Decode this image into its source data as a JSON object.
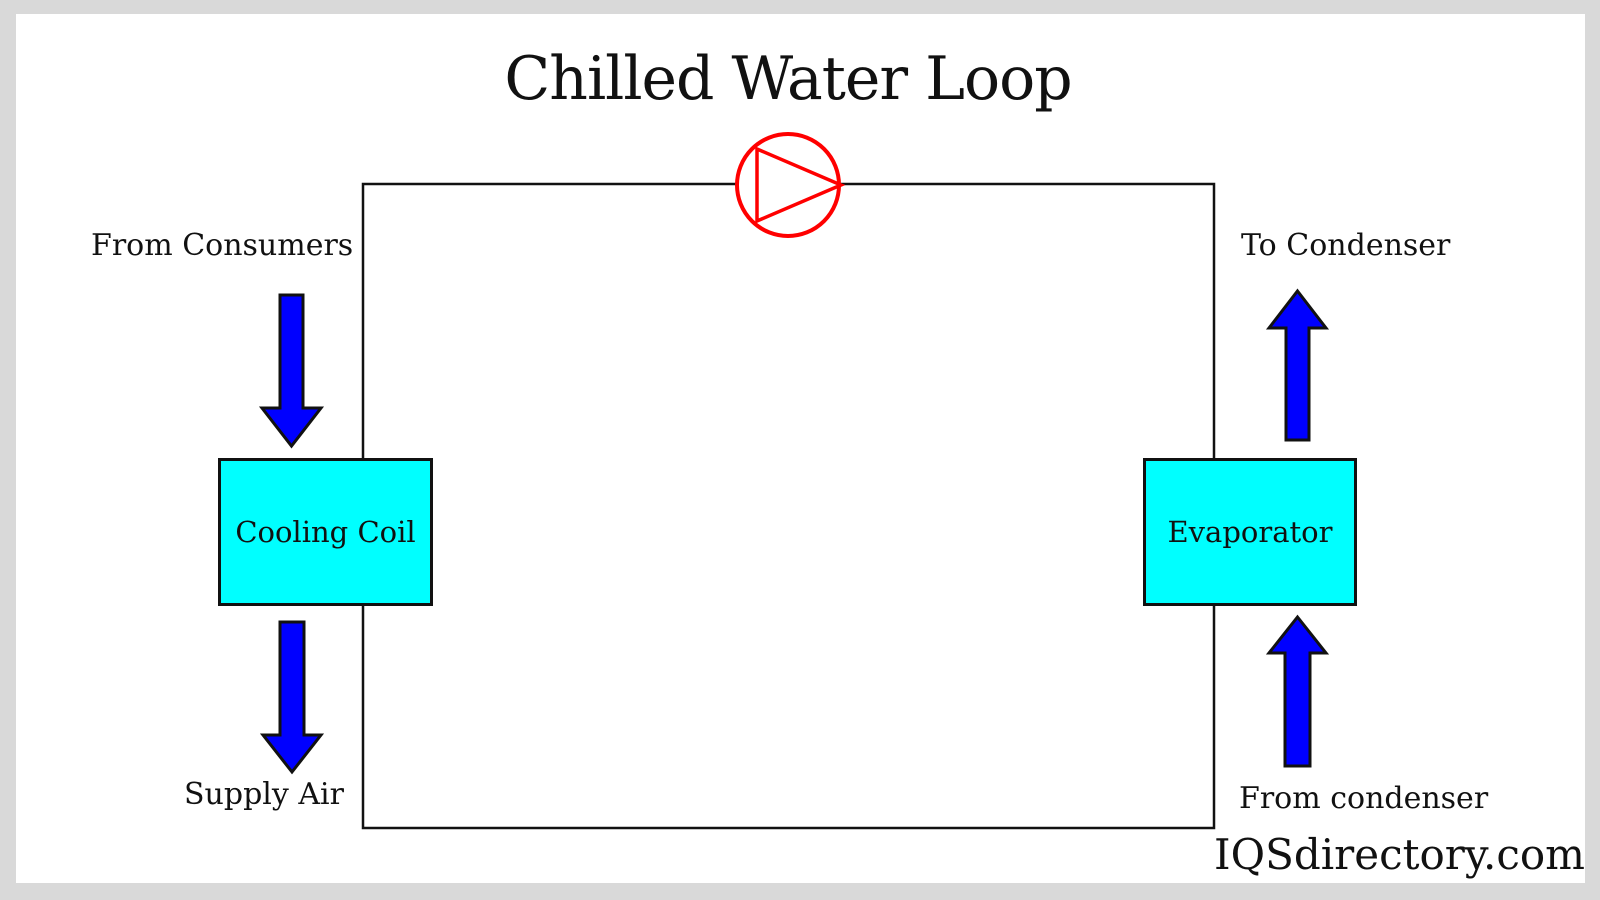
{
  "title": "Chilled Water Loop",
  "watermark": "IQSdirectory.com",
  "diagram": {
    "components": {
      "cooling_coil": {
        "label": "Cooling Coil"
      },
      "evaporator": {
        "label": "Evaporator"
      },
      "pump": {
        "name": "pump"
      }
    },
    "flows": {
      "from_consumers": {
        "label": "From Consumers",
        "direction": "down"
      },
      "supply_air": {
        "label": "Supply Air",
        "direction": "down"
      },
      "to_condenser": {
        "label": "To Condenser",
        "direction": "up"
      },
      "from_condenser": {
        "label": "From condenser",
        "direction": "up"
      }
    },
    "colors": {
      "pipe": "#111111",
      "component_fill": "#00ffff",
      "arrow_fill": "#0000ff",
      "pump_stroke": "#ff0000",
      "canvas": "#ffffff",
      "surround": "#d9d9d9"
    }
  }
}
